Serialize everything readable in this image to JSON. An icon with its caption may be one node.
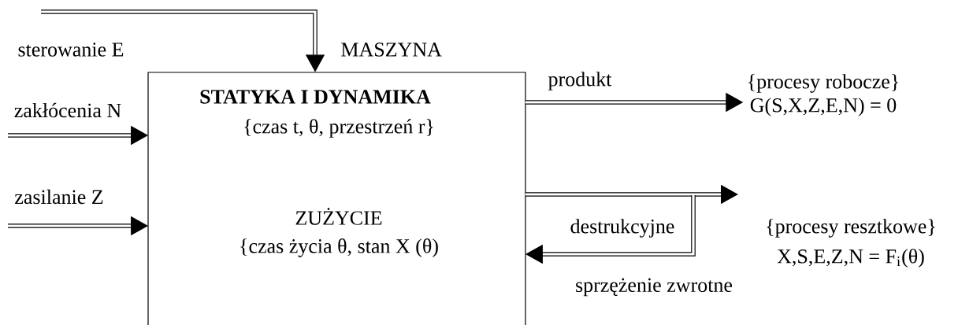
{
  "diagram": {
    "nodes": [
      {
        "text": [
          "MASZYNA",
          "STATYKA I DYNAMIKA",
          "{czas t, θ, przestrzeń r}",
          "ZUŻYCIE",
          "{czas życia θ, stan X (θ)"
        ]
      },
      {
        "text": [
          "{procesy robocze}",
          "G(S,X,Z,E,N) = 0"
        ]
      }
    ],
    "edges": [
      {
        "from": null,
        "to": 0,
        "arrow": "to",
        "label": "sterowanie E"
      },
      {
        "from": null,
        "to": 0,
        "arrow": "to",
        "label": "zakłócenia N"
      },
      {
        "from": null,
        "to": 0,
        "arrow": "to",
        "label": "zasilanie Z"
      },
      {
        "from": 0,
        "to": 1,
        "arrow": "to",
        "label": "produkt"
      },
      {
        "from": 0,
        "to": null,
        "arrow": "to"
      },
      {
        "from": null,
        "to": 0,
        "arrow": "to",
        "label": "destrukcyjne"
      }
    ],
    "labels": [
      "{procesy  resztkowe}",
      "X,S,E,Z,N = F$_{i}$(θ)",
      "sprzężenie zwrotne"
    ]
  }
}
